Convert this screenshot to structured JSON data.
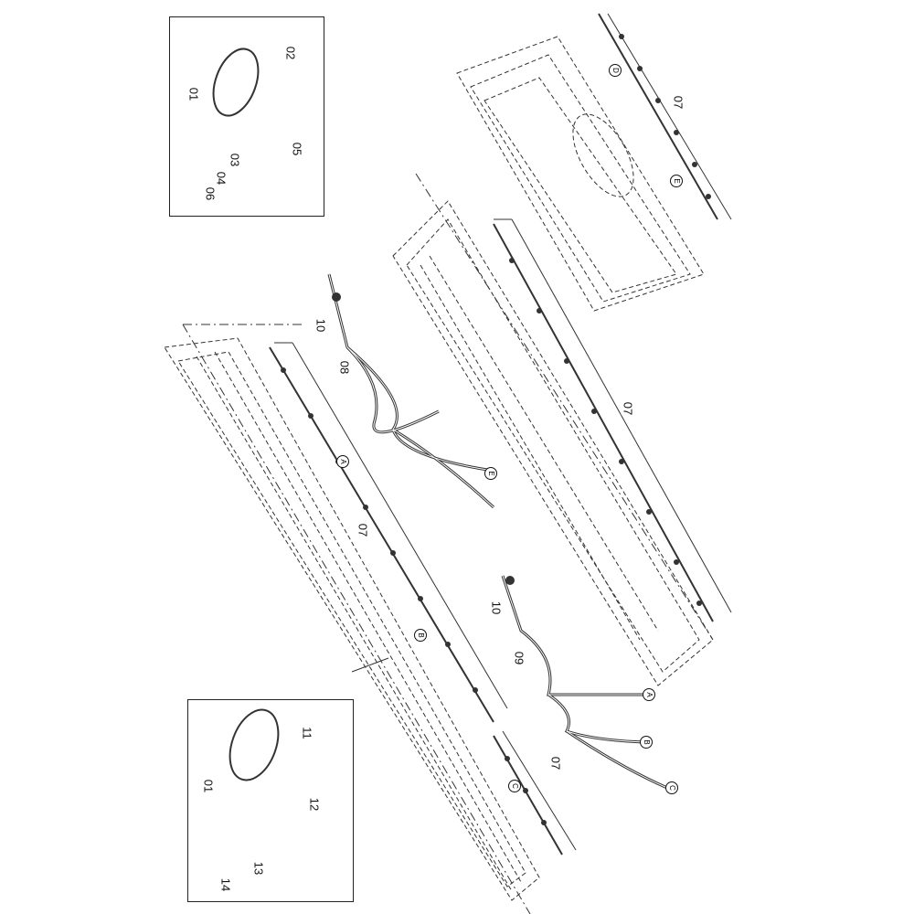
{
  "detail_top": {
    "labels": [
      "01",
      "02",
      "03",
      "04",
      "05",
      "06"
    ]
  },
  "detail_bottom": {
    "labels": [
      "01",
      "11",
      "12",
      "13",
      "14"
    ]
  },
  "callouts": {
    "rail_right": "07",
    "rail_middle": "07",
    "rail_left": "07",
    "rail_small": "07",
    "hose_upper": "08",
    "hose_lower": "09",
    "valve_upper": "10",
    "valve_lower": "10"
  },
  "markers": {
    "top_d": "D",
    "top_e": "E",
    "left_a": "A",
    "left_b": "B",
    "left_c": "C",
    "hose_e": "E",
    "hose_a": "A",
    "hose_b": "B",
    "hose_c": "C"
  }
}
